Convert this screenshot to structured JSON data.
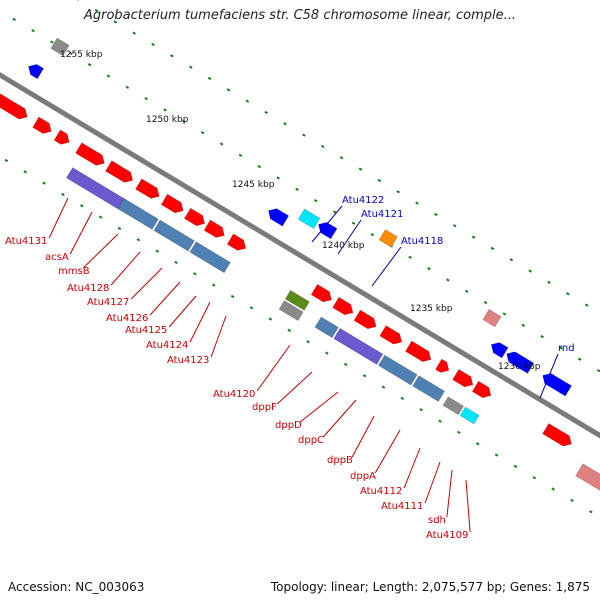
{
  "title": "Agrobacterium tumefaciens str. C58 chromosome linear, comple...",
  "accession": "Accession: NC_003063",
  "topology": "Topology: linear; Length: 2,075,577 bp; Genes: 1,875",
  "ticks": [
    "1255 kbp",
    "1250 kbp",
    "1245 kbp",
    "1240 kbp",
    "1235 kbp",
    "1230 kbp"
  ],
  "labels_lower": [
    "Atu4131",
    "acsA",
    "mmsB",
    "Atu4128",
    "Atu4127",
    "Atu4126",
    "Atu4125",
    "Atu4124",
    "Atu4123",
    "Atu4120",
    "dppF",
    "dppD",
    "dppC",
    "dppB",
    "dppA",
    "Atu4112",
    "Atu4111",
    "sdh",
    "Atu4109"
  ],
  "labels_upper": [
    "Atu4122",
    "Atu4121",
    "Atu4118",
    "rnd"
  ],
  "colors": {
    "cds_red": "#ff0000",
    "cds_blue": "#0000ff",
    "rrna_cyan": "#00e5ff",
    "feature_steelblue": "#4f80b4",
    "feature_purple": "#6a5acd",
    "feature_orange": "#ff8c00",
    "feature_olive": "#5c8a1a",
    "feature_gray": "#8a8a8a",
    "feature_pink": "#e08080",
    "label_red": "#cc0000",
    "label_blue": "#0000cc",
    "backbone": "#7a7a7a",
    "dots": "#1a7f1a"
  }
}
